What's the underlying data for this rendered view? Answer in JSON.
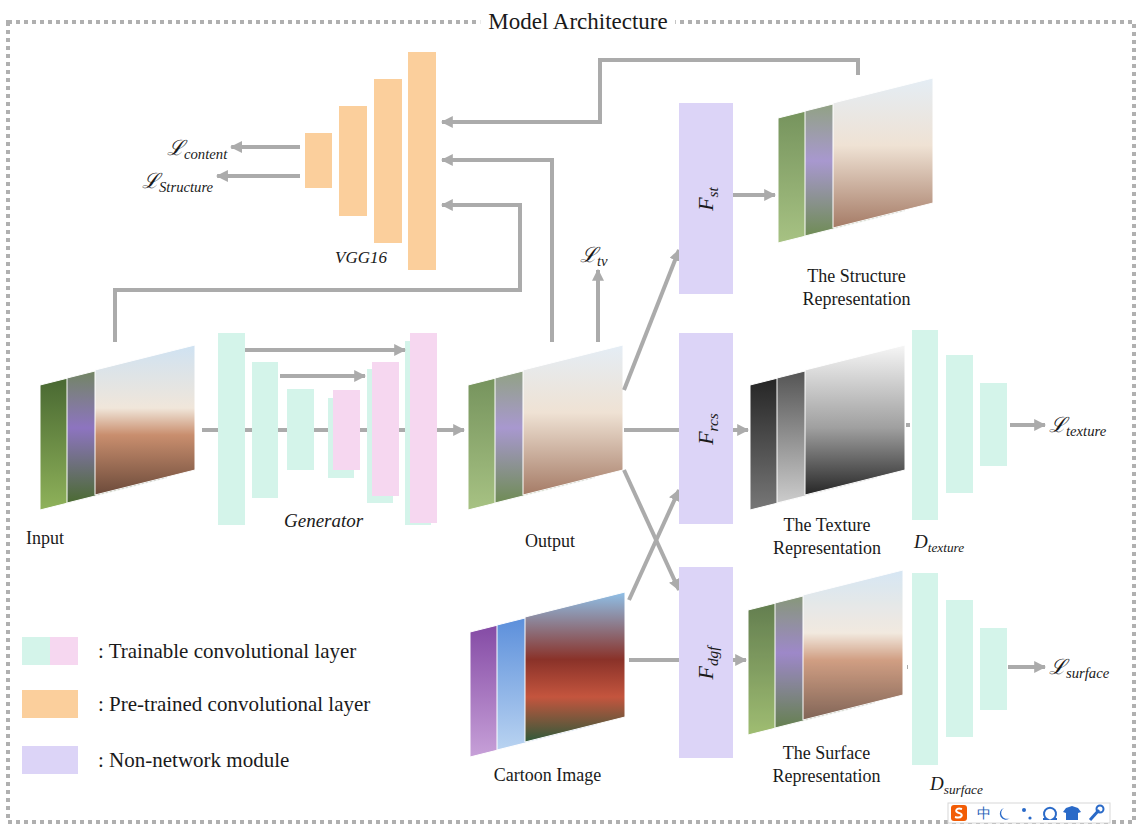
{
  "diagram": {
    "title": "Model Architecture",
    "nodes": [
      {
        "text": [
          "VGG16"
        ]
      },
      {
        "text": [
          "ℒcontent"
        ]
      },
      {
        "text": [
          "ℒStructure"
        ]
      },
      {
        "text": [
          "ℒtv"
        ]
      },
      {
        "text": [
          "Fst"
        ]
      },
      {
        "text": [
          "The Structure Representation"
        ]
      },
      {
        "text": [
          "Input"
        ]
      },
      {
        "text": [
          "Generator"
        ]
      },
      {
        "text": [
          "Output"
        ]
      },
      {
        "text": [
          "Frcs"
        ]
      },
      {
        "text": [
          "The Texture Representation"
        ]
      },
      {
        "text": [
          "Dtexture"
        ]
      },
      {
        "text": [
          "ℒtexture"
        ]
      },
      {
        "text": [
          "Cartoon Image"
        ]
      },
      {
        "text": [
          "Fdgf"
        ]
      },
      {
        "text": [
          "The Surface Representation"
        ]
      },
      {
        "text": [
          "Dsurface"
        ]
      },
      {
        "text": [
          "ℒsurface"
        ]
      }
    ],
    "edges": [
      {
        "from": 6,
        "to": 7,
        "arrow": "none"
      },
      {
        "from": 7,
        "to": 8,
        "arrow": "to"
      },
      {
        "from": 6,
        "to": 0,
        "arrow": "to"
      },
      {
        "from": 8,
        "to": 0,
        "arrow": "to"
      },
      {
        "from": 5,
        "to": 0,
        "arrow": "to"
      },
      {
        "from": 0,
        "to": 1,
        "arrow": "to"
      },
      {
        "from": 0,
        "to": 2,
        "arrow": "to"
      },
      {
        "from": 8,
        "to": 3,
        "arrow": "to"
      },
      {
        "from": 8,
        "to": 4,
        "arrow": "to"
      },
      {
        "from": 8,
        "to": 9,
        "arrow": "none"
      },
      {
        "from": 8,
        "to": 14,
        "arrow": "to"
      },
      {
        "from": 13,
        "to": 9,
        "arrow": "to"
      },
      {
        "from": 13,
        "to": 14,
        "arrow": "none"
      },
      {
        "from": 4,
        "to": 5,
        "arrow": "to"
      },
      {
        "from": 9,
        "to": 10,
        "arrow": "to"
      },
      {
        "from": 10,
        "to": 11,
        "arrow": "none"
      },
      {
        "from": 11,
        "to": 12,
        "arrow": "to"
      },
      {
        "from": 14,
        "to": 15,
        "arrow": "to"
      },
      {
        "from": 15,
        "to": 16,
        "arrow": "none"
      },
      {
        "from": 16,
        "to": 17,
        "arrow": "to"
      }
    ],
    "labels": [
      "中"
    ],
    "legend": [
      {
        "text": ": Trainable convolutional layer",
        "color": "#d4f4ea"
      },
      {
        "text": ": Pre-trained convolutional layer",
        "color": "#fbcf9c"
      },
      {
        "text": ": Non-network module",
        "color": "#dcd4f7"
      }
    ]
  }
}
